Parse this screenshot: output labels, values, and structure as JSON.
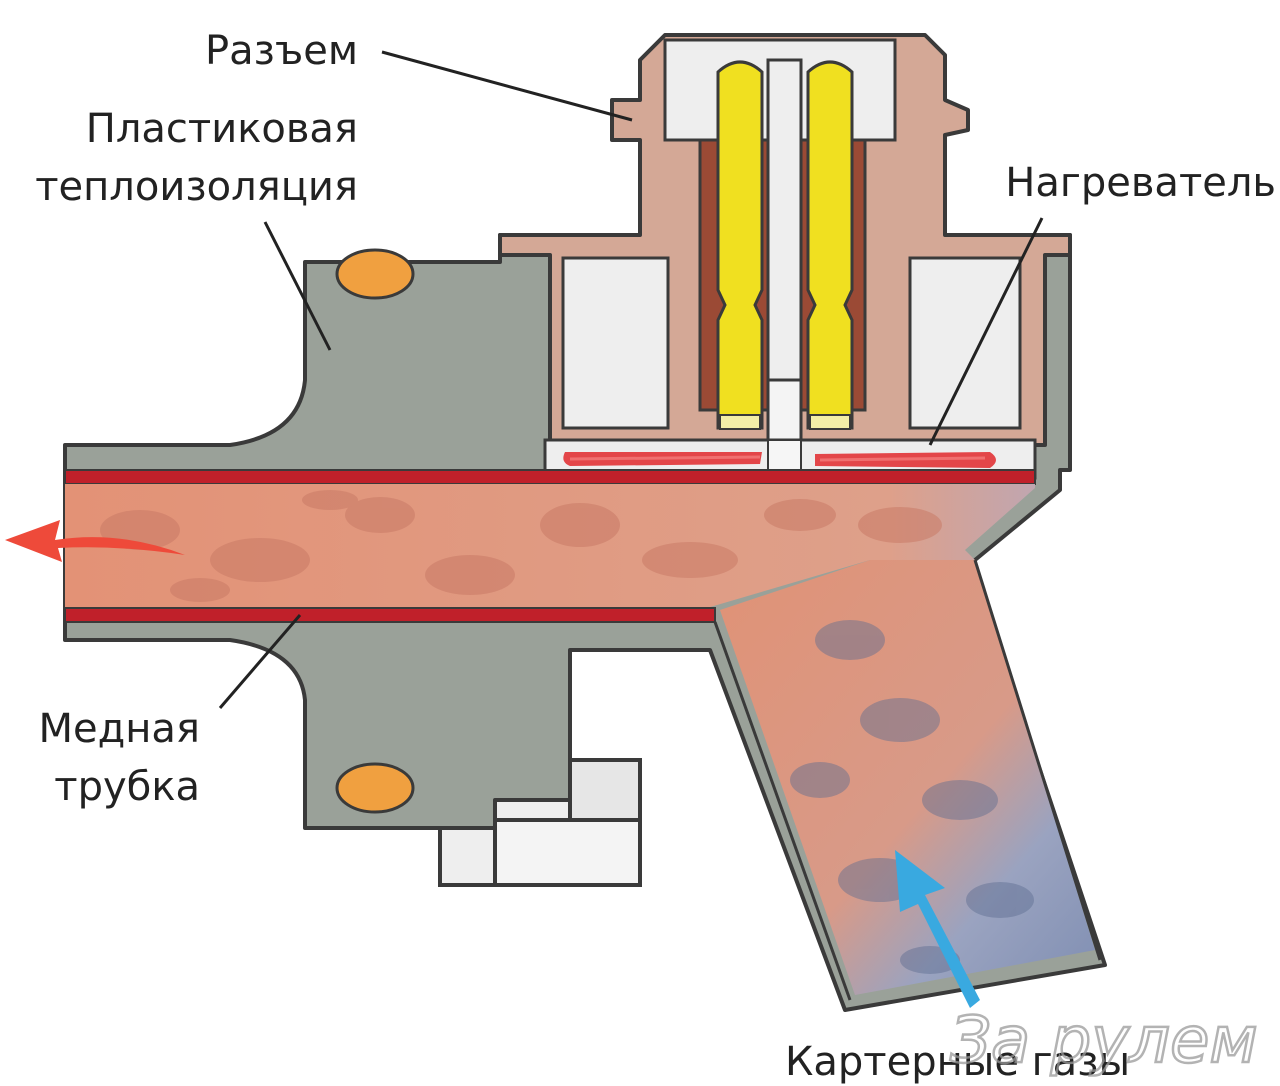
{
  "labels": {
    "connector": "Разъем",
    "insulation_line1": "Пластиковая",
    "insulation_line2": "теплоизоляция",
    "heater": "Нагреватель",
    "tube_line1": "Медная",
    "tube_line2": "трубка",
    "gases": "Картерные газы"
  },
  "watermark": "За рулем",
  "colors": {
    "housing": "#9aa199",
    "housing_stroke": "#3a3a3a",
    "connector_body": "#d4a896",
    "connector_core": "#9b4a35",
    "pins": "#f0e020",
    "white_parts": "#eeeeee",
    "tube_wall": "#c0202a",
    "flow_warm": "#e09276",
    "flow_cool": "#8a97b8",
    "heater": "#e0282c",
    "seal": "#f0a040",
    "arrow_out": "#ee4a3a",
    "arrow_in": "#39a9e0"
  },
  "icons": {
    "arrow_out": "arrow-left-icon",
    "arrow_in": "arrow-up-icon"
  }
}
